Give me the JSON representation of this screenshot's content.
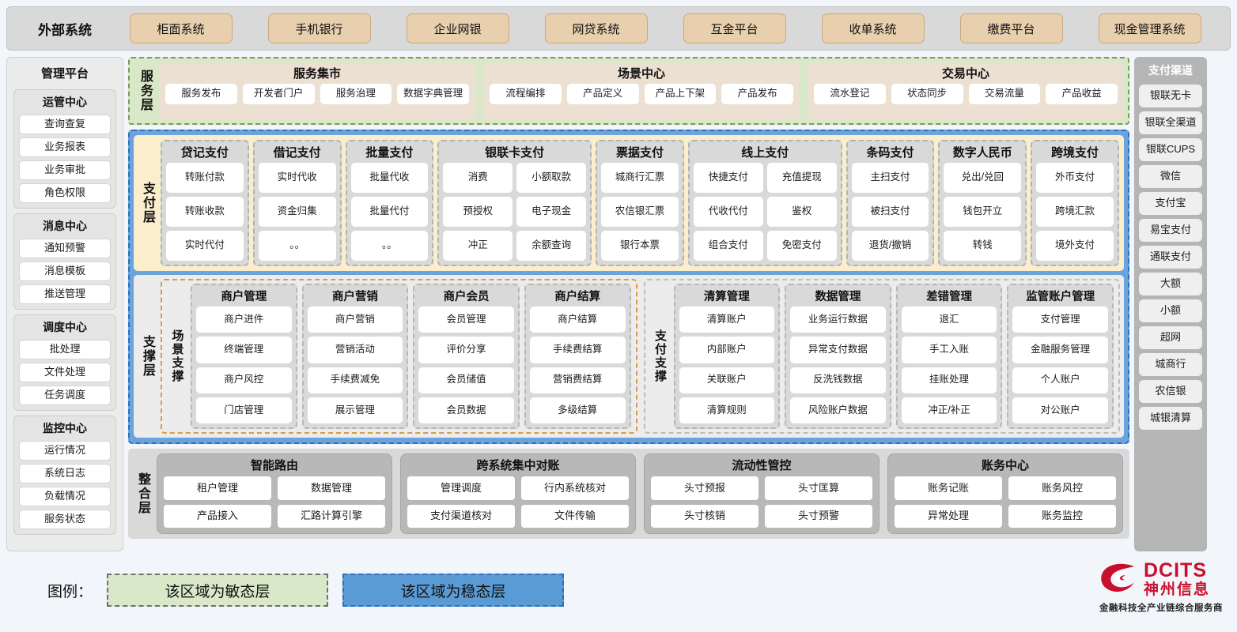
{
  "colors": {
    "agile_green": "#d8e8c8",
    "stable_blue": "#5b9bd5",
    "payment_cream": "#fbeecd",
    "external_tan": "#e8cfae",
    "brand_red": "#c8102e"
  },
  "topbar": {
    "title": "外部系统",
    "items": [
      "柜面系统",
      "手机银行",
      "企业网银",
      "网贷系统",
      "互金平台",
      "收单系统",
      "缴费平台",
      "现金管理系统"
    ]
  },
  "left_panel": {
    "title": "管理平台",
    "groups": [
      {
        "title": "运管中心",
        "items": [
          "查询查复",
          "业务报表",
          "业务审批",
          "角色权限"
        ]
      },
      {
        "title": "消息中心",
        "items": [
          "通知预警",
          "消息模板",
          "推送管理"
        ]
      },
      {
        "title": "调度中心",
        "items": [
          "批处理",
          "文件处理",
          "任务调度"
        ]
      },
      {
        "title": "监控中心",
        "items": [
          "运行情况",
          "系统日志",
          "负载情况",
          "服务状态"
        ]
      }
    ]
  },
  "right_panel": {
    "title": "支付渠道",
    "items": [
      "银联无卡",
      "银联全渠道",
      "银联CUPS",
      "微信",
      "支付宝",
      "易宝支付",
      "通联支付",
      "大额",
      "小额",
      "超网",
      "城商行",
      "农信银",
      "城银清算"
    ]
  },
  "service_layer": {
    "label": "服务层",
    "groups": [
      {
        "title": "服务集市",
        "items": [
          "服务发布",
          "开发者门户",
          "服务治理",
          "数据字典管理"
        ]
      },
      {
        "title": "场景中心",
        "items": [
          "流程编排",
          "产品定义",
          "产品上下架",
          "产品发布"
        ]
      },
      {
        "title": "交易中心",
        "items": [
          "流水登记",
          "状态同步",
          "交易流量",
          "产品收益"
        ]
      }
    ]
  },
  "payment_layer": {
    "label": "支付层",
    "columns": [
      {
        "title": "贷记支付",
        "cols": 1,
        "rows": [
          [
            "转账付款"
          ],
          [
            "转账收款"
          ],
          [
            "实时代付"
          ]
        ]
      },
      {
        "title": "借记支付",
        "cols": 1,
        "rows": [
          [
            "实时代收"
          ],
          [
            "资金归集"
          ],
          [
            "。。"
          ]
        ]
      },
      {
        "title": "批量支付",
        "cols": 1,
        "rows": [
          [
            "批量代收"
          ],
          [
            "批量代付"
          ],
          [
            "。。"
          ]
        ]
      },
      {
        "title": "银联卡支付",
        "cols": 2,
        "rows": [
          [
            "消费",
            "小额取款"
          ],
          [
            "预授权",
            "电子现金"
          ],
          [
            "冲正",
            "余额查询"
          ]
        ]
      },
      {
        "title": "票据支付",
        "cols": 1,
        "rows": [
          [
            "城商行汇票"
          ],
          [
            "农信银汇票"
          ],
          [
            "银行本票"
          ]
        ]
      },
      {
        "title": "线上支付",
        "cols": 2,
        "rows": [
          [
            "快捷支付",
            "充值提现"
          ],
          [
            "代收代付",
            "鉴权"
          ],
          [
            "组合支付",
            "免密支付"
          ]
        ]
      },
      {
        "title": "条码支付",
        "cols": 1,
        "rows": [
          [
            "主扫支付"
          ],
          [
            "被扫支付"
          ],
          [
            "退货/撤销"
          ]
        ]
      },
      {
        "title": "数字人民币",
        "cols": 1,
        "rows": [
          [
            "兑出/兑回"
          ],
          [
            "钱包开立"
          ],
          [
            "转钱"
          ]
        ]
      },
      {
        "title": "跨境支付",
        "cols": 1,
        "rows": [
          [
            "外币支付"
          ],
          [
            "跨境汇款"
          ],
          [
            "境外支付"
          ]
        ]
      }
    ]
  },
  "support_layer": {
    "label": "支撑层",
    "regions": [
      {
        "label": "场景支撑",
        "columns": [
          {
            "title": "商户管理",
            "items": [
              "商户进件",
              "终端管理",
              "商户风控",
              "门店管理"
            ]
          },
          {
            "title": "商户营销",
            "items": [
              "商户营销",
              "营销活动",
              "手续费减免",
              "展示管理"
            ]
          },
          {
            "title": "商户会员",
            "items": [
              "会员管理",
              "评价分享",
              "会员储值",
              "会员数据"
            ]
          },
          {
            "title": "商户结算",
            "items": [
              "商户结算",
              "手续费结算",
              "营销费结算",
              "多级结算"
            ]
          }
        ]
      },
      {
        "label": "支付支撑",
        "columns": [
          {
            "title": "清算管理",
            "items": [
              "清算账户",
              "内部账户",
              "关联账户",
              "清算规则"
            ]
          },
          {
            "title": "数据管理",
            "items": [
              "业务运行数据",
              "异常支付数据",
              "反洗钱数据",
              "风险账户数据"
            ]
          },
          {
            "title": "差错管理",
            "items": [
              "退汇",
              "手工入账",
              "挂账处理",
              "冲正/补正"
            ]
          },
          {
            "title": "监管账户管理",
            "items": [
              "支付管理",
              "金融服务管理",
              "个人账户",
              "对公账户"
            ]
          }
        ]
      }
    ]
  },
  "integration_layer": {
    "label": "整合层",
    "groups": [
      {
        "title": "智能路由",
        "rows": [
          [
            "租户管理",
            "数据管理"
          ],
          [
            "产品接入",
            "汇路计算引擎"
          ]
        ]
      },
      {
        "title": "跨系统集中对账",
        "rows": [
          [
            "管理调度",
            "行内系统核对"
          ],
          [
            "支付渠道核对",
            "文件传输"
          ]
        ]
      },
      {
        "title": "流动性管控",
        "rows": [
          [
            "头寸预报",
            "头寸匡算"
          ],
          [
            "头寸核销",
            "头寸预警"
          ]
        ]
      },
      {
        "title": "账务中心",
        "rows": [
          [
            "账务记账",
            "账务风控"
          ],
          [
            "异常处理",
            "账务监控"
          ]
        ]
      }
    ]
  },
  "legend": {
    "label": "图例：",
    "agile": "该区域为敏态层",
    "stable": "该区域为稳态层"
  },
  "logo": {
    "en": "DCITS",
    "cn": "神州信息",
    "tagline": "金融科技全产业链综合服务商"
  }
}
